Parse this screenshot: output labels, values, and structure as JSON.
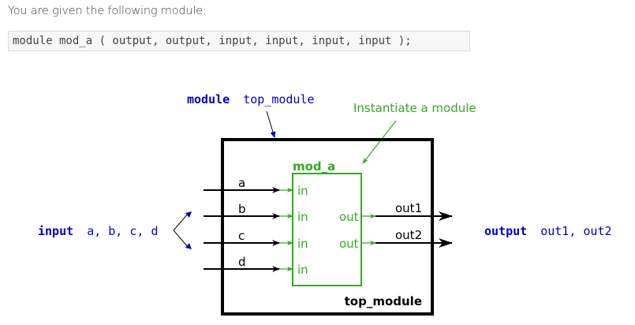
{
  "intro_text": "You are given the following module:",
  "code_line": "module mod_a ( output, output, input, input, input, input );",
  "diagram": {
    "top_module_keyword": "module",
    "top_module_name": "top_module",
    "instantiate_note": "Instantiate a module",
    "box_footer_label": "top_module",
    "inner_module_name": "mod_a",
    "inner_inputs": [
      "in",
      "in",
      "in",
      "in"
    ],
    "inner_outputs": [
      "out",
      "out"
    ],
    "input_signals": [
      "a",
      "b",
      "c",
      "d"
    ],
    "output_signals": [
      "out1",
      "out2"
    ],
    "left_decl_keyword": "input",
    "left_decl_names": "a, b, c, d",
    "right_decl_keyword": "output",
    "right_decl_names": "out1, out2",
    "colors": {
      "keyword_blue": "#0000cc",
      "instance_green": "#33aa22",
      "wire_black": "#000000"
    }
  }
}
